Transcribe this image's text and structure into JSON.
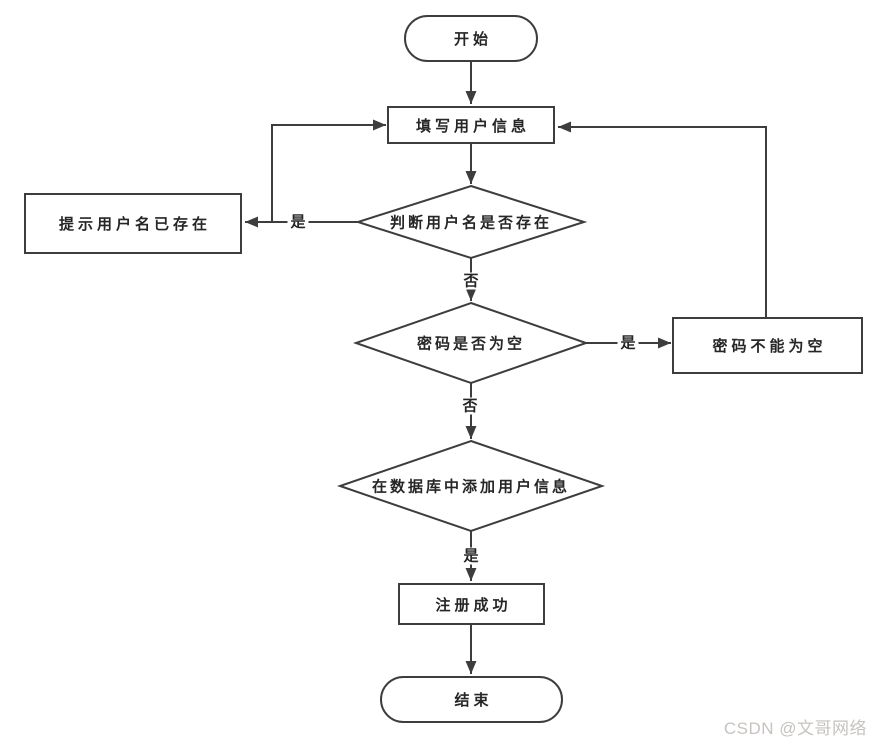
{
  "diagram": {
    "type": "flowchart",
    "topic": "user-registration-flow",
    "colors": {
      "stroke": "#3d3d3d",
      "node_fill": "#ffffff",
      "text": "#262626",
      "watermark": "#c6c3c0",
      "background": "#ffffff"
    },
    "nodes": {
      "start": {
        "shape": "terminator",
        "label": "开始"
      },
      "fill_info": {
        "shape": "process",
        "label": "填写用户信息"
      },
      "check_username": {
        "shape": "decision",
        "label": "判断用户名是否存在"
      },
      "prompt_exists": {
        "shape": "process",
        "label": "提示用户名已存在"
      },
      "check_password": {
        "shape": "decision",
        "label": "密码是否为空"
      },
      "pwd_not_empty": {
        "shape": "process",
        "label": "密码不能为空"
      },
      "add_to_database": {
        "shape": "decision",
        "label": "在数据库中添加用户信息"
      },
      "register_success": {
        "shape": "process",
        "label": "注册成功"
      },
      "end": {
        "shape": "terminator",
        "label": "结束"
      }
    },
    "edge_labels": {
      "username_yes": "是",
      "username_no": "否",
      "password_yes": "是",
      "password_no": "否",
      "database_yes": "是"
    },
    "edges": [
      {
        "from": "start",
        "to": "fill_info",
        "label": ""
      },
      {
        "from": "fill_info",
        "to": "check_username",
        "label": ""
      },
      {
        "from": "check_username",
        "to": "prompt_exists",
        "label": "是"
      },
      {
        "from": "prompt_exists",
        "to": "fill_info",
        "label": ""
      },
      {
        "from": "check_username",
        "to": "check_password",
        "label": "否"
      },
      {
        "from": "check_password",
        "to": "pwd_not_empty",
        "label": "是"
      },
      {
        "from": "pwd_not_empty",
        "to": "fill_info",
        "label": ""
      },
      {
        "from": "check_password",
        "to": "add_to_database",
        "label": "否"
      },
      {
        "from": "add_to_database",
        "to": "register_success",
        "label": "是"
      },
      {
        "from": "register_success",
        "to": "end",
        "label": ""
      }
    ]
  },
  "watermark": "CSDN @文哥网络"
}
